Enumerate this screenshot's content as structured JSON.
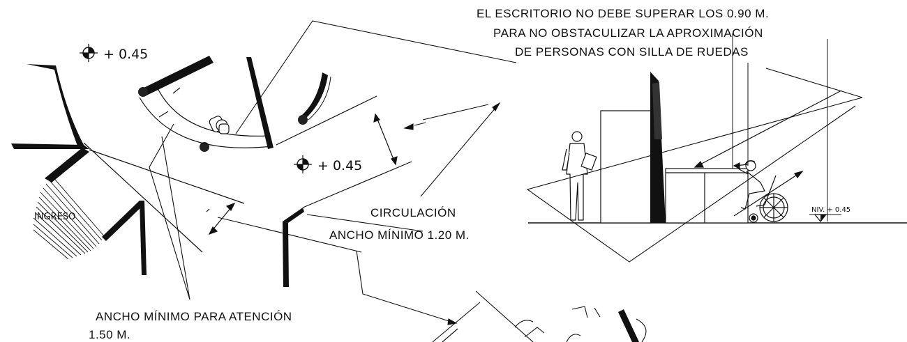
{
  "plan": {
    "level_a": "+ 0.45",
    "level_b": "+ 0.45",
    "entrance_label": "INGRESO"
  },
  "notes": {
    "desk_height_line1": "EL ESCRITORIO NO DEBE SUPERAR LOS 0.90 M.",
    "desk_height_line2": "PARA NO OBSTACULIZAR LA APROXIMACIÓN",
    "desk_height_line3": "DE PERSONAS CON SILLA DE RUEDAS",
    "circulation_line1": "CIRCULACIÓN",
    "circulation_line2": "ANCHO MÍNIMO 1.20 M.",
    "attention_line1": "ANCHO MÍNIMO PARA ATENCIÓN",
    "attention_line2": "1.50 M."
  },
  "section": {
    "floor_level": "NIV. + 0.45"
  },
  "colors": {
    "ink": "#111111",
    "background": "#ffffff"
  },
  "icons": {
    "level_marker": "level-marker-icon",
    "standing_person": "standing-person-icon",
    "wheelchair_user": "wheelchair-user-icon",
    "seated_clerk": "seated-clerk-icon"
  }
}
